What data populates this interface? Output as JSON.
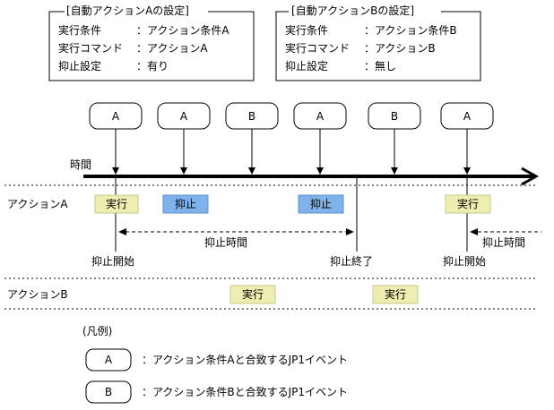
{
  "settings_a": {
    "title": "[自動アクションAの設定]",
    "rows": [
      {
        "key": "実行条件",
        "value": "：アクション条件A"
      },
      {
        "key": "実行コマンド",
        "value": "：アクションA"
      },
      {
        "key": "抑止設定",
        "value": "：有り"
      }
    ]
  },
  "settings_b": {
    "title": "[自動アクションBの設定]",
    "rows": [
      {
        "key": "実行条件",
        "value": "：アクション条件B"
      },
      {
        "key": "実行コマンド",
        "value": "：アクションB"
      },
      {
        "key": "抑止設定",
        "value": "：無し"
      }
    ]
  },
  "events": [
    "A",
    "A",
    "B",
    "A",
    "B",
    "A"
  ],
  "timeline": {
    "label": "時間"
  },
  "lanes": {
    "a_label": "アクションA",
    "b_label": "アクションB"
  },
  "lane_a_boxes": {
    "exec1": "実行",
    "suppress1": "抑止",
    "suppress2": "抑止",
    "exec2": "実行"
  },
  "lane_b_boxes": {
    "exec1": "実行",
    "exec2": "実行"
  },
  "annotations": {
    "suppress_time_1": "抑止時間",
    "suppress_time_2": "抑止時間",
    "suppress_start_1": "抑止開始",
    "suppress_end": "抑止終了",
    "suppress_start_2": "抑止開始"
  },
  "legend": {
    "title": "(凡例)",
    "items": [
      {
        "symbol": "A",
        "text": "：アクション条件Aと合致するJP1イベント"
      },
      {
        "symbol": "B",
        "text": "：アクション条件Bと合致するJP1イベント"
      }
    ]
  },
  "colors": {
    "execute_fill": "#eeeeb0",
    "execute_stroke": "#c8c890",
    "suppress_fill": "#7fb2ea",
    "suppress_stroke": "#5c92cc"
  }
}
